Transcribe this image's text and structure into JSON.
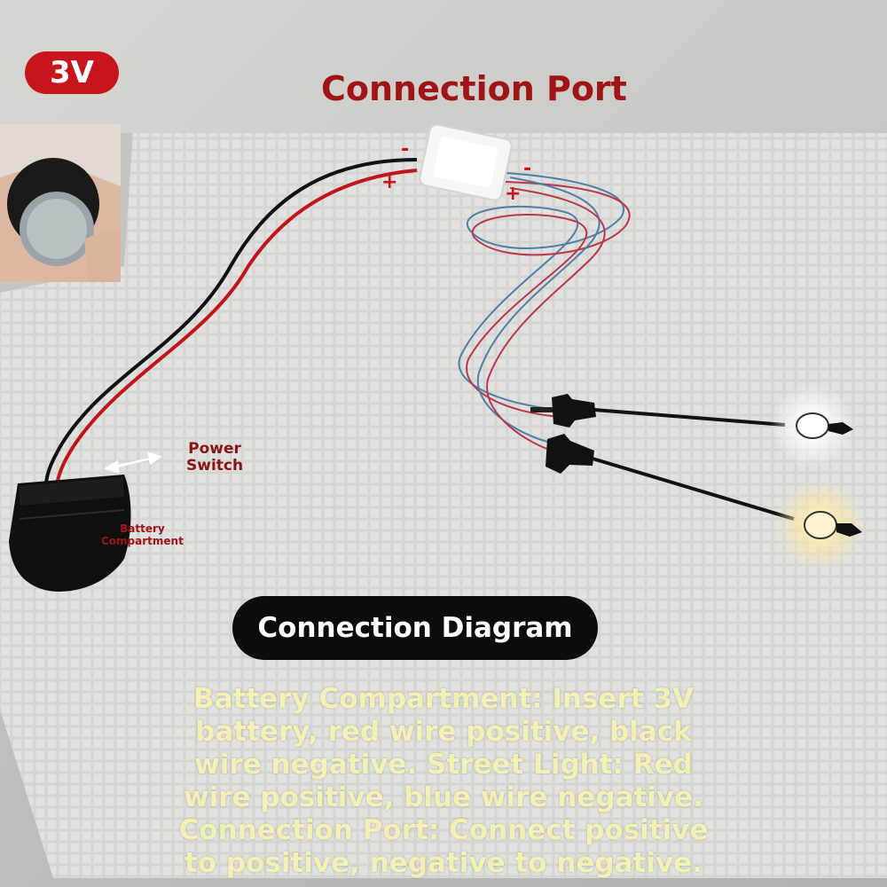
{
  "badge": {
    "label": "3V",
    "color": "#c8141c"
  },
  "connection_port": {
    "title": "Connection Port",
    "battery_side": {
      "negative": "-",
      "positive": "+"
    },
    "light_side": {
      "negative": "-",
      "positive": "+"
    }
  },
  "labels": {
    "power_switch": [
      "Power",
      "Switch"
    ],
    "battery_compartment": [
      "Battery",
      "Compartment"
    ]
  },
  "diagram_pill": {
    "label": "Connection Diagram"
  },
  "description": [
    "Battery Compartment: Insert 3V",
    "battery, red wire positive, black",
    "wire negative. Street Light: Red",
    "wire positive, blue wire negative.",
    "Connection Port: Connect positive",
    "to positive, negative to negative."
  ],
  "colors": {
    "title_red": "#a01418",
    "description_yellow": "#f2f0b4",
    "pill_black": "#0c0c0c"
  }
}
